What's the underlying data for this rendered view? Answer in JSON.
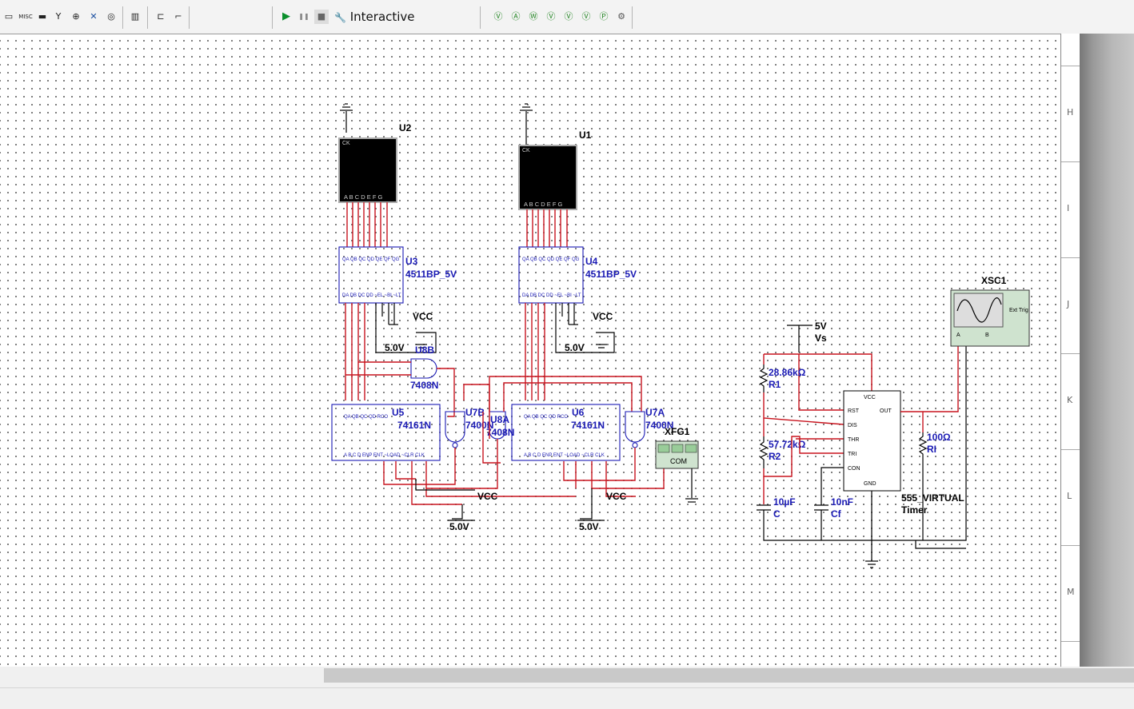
{
  "toolbar": {
    "buttons": [
      "▭",
      "MISC",
      "▬",
      "Y",
      "⊕",
      "✕",
      "◎",
      "▥",
      "⊏",
      "⌐"
    ],
    "run_label": "▶",
    "pause_label": "❚❚",
    "stop_label": "■",
    "mode_label": "Interactive",
    "instrument_buttons": [
      "Ⓥ",
      "Ⓐ",
      "Ⓦ",
      "Ⓥ",
      "Ⓥ",
      "Ⓥ",
      "Ⓟ",
      "⚙"
    ]
  },
  "ruler": {
    "labels": [
      "H",
      "I",
      "J",
      "K",
      "L",
      "M"
    ]
  },
  "schematic": {
    "displays": [
      {
        "ref": "U2",
        "pin_label": "CK",
        "seg_labels": "A B C D E F G"
      },
      {
        "ref": "U1",
        "pin_label": "CK",
        "seg_labels": "A B C D E F G"
      }
    ],
    "decoders": [
      {
        "ref": "U3",
        "part": "4511BP_5V"
      },
      {
        "ref": "U4",
        "part": "4511BP_5V"
      }
    ],
    "counters": [
      {
        "ref": "U5",
        "part": "74161N"
      },
      {
        "ref": "U6",
        "part": "74161N"
      }
    ],
    "gates": [
      {
        "ref": "U8B",
        "part": "7408N"
      },
      {
        "ref": "U7B",
        "part": "7400N"
      },
      {
        "ref": "U8A",
        "part": "7408N"
      },
      {
        "ref": "U7A",
        "part": "7400N"
      }
    ],
    "power": {
      "vcc": "VCC",
      "volt": "5.0V",
      "source_v": "5V",
      "source_name": "Vs"
    },
    "function_gen": {
      "ref": "XFG1",
      "com": "COM"
    },
    "scope": {
      "ref": "XSC1",
      "ext": "Ext Trig",
      "a": "A",
      "b": "B"
    },
    "timer": {
      "name": "555_VIRTUAL",
      "sub": "Timer",
      "pins": [
        "VCC",
        "RST",
        "DIS",
        "THR",
        "TRI",
        "CON",
        "OUT",
        "GND"
      ]
    },
    "passives": [
      {
        "ref": "R1",
        "value": "28.86kΩ"
      },
      {
        "ref": "R2",
        "value": "57.72kΩ"
      },
      {
        "ref": "RI",
        "value": "100Ω"
      },
      {
        "ref": "C",
        "value": "10µF"
      },
      {
        "ref": "Cf",
        "value": "10nF"
      }
    ]
  }
}
